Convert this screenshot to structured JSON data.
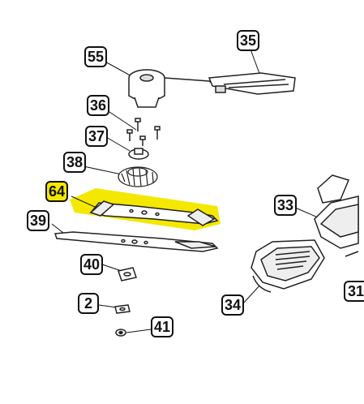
{
  "diagram": {
    "highlight_color": "#f4e800",
    "callouts": {
      "c55": "55",
      "c35": "35",
      "c36": "36",
      "c37": "37",
      "c38": "38",
      "c64": "64",
      "c39": "39",
      "c33": "33",
      "c40": "40",
      "c2": "2",
      "c34": "34",
      "c31": "31",
      "c41": "41"
    }
  }
}
